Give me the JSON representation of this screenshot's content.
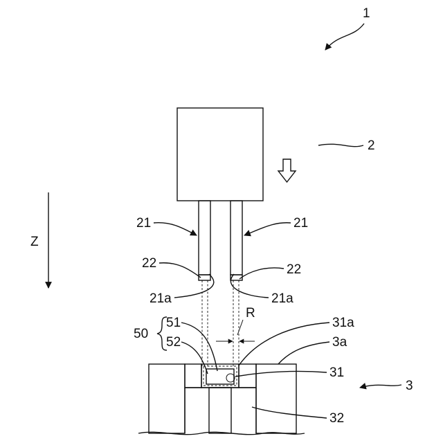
{
  "labels": {
    "device": "1",
    "head": "2",
    "base": "3",
    "holder_left": "21",
    "holder_right": "21",
    "tip_left": "22",
    "tip_right": "22",
    "end_left": "21a",
    "end_right": "21a",
    "axis": "Z",
    "assembly": "50",
    "part_upper": "51",
    "part_lower": "52",
    "gap": "R",
    "recess_edge": "31a",
    "surface": "3a",
    "recess": "31",
    "hole": "32"
  },
  "colors": {
    "line": "#111111",
    "background": "#ffffff"
  },
  "icons": {
    "move_down": "hollow-down-arrow-icon"
  }
}
